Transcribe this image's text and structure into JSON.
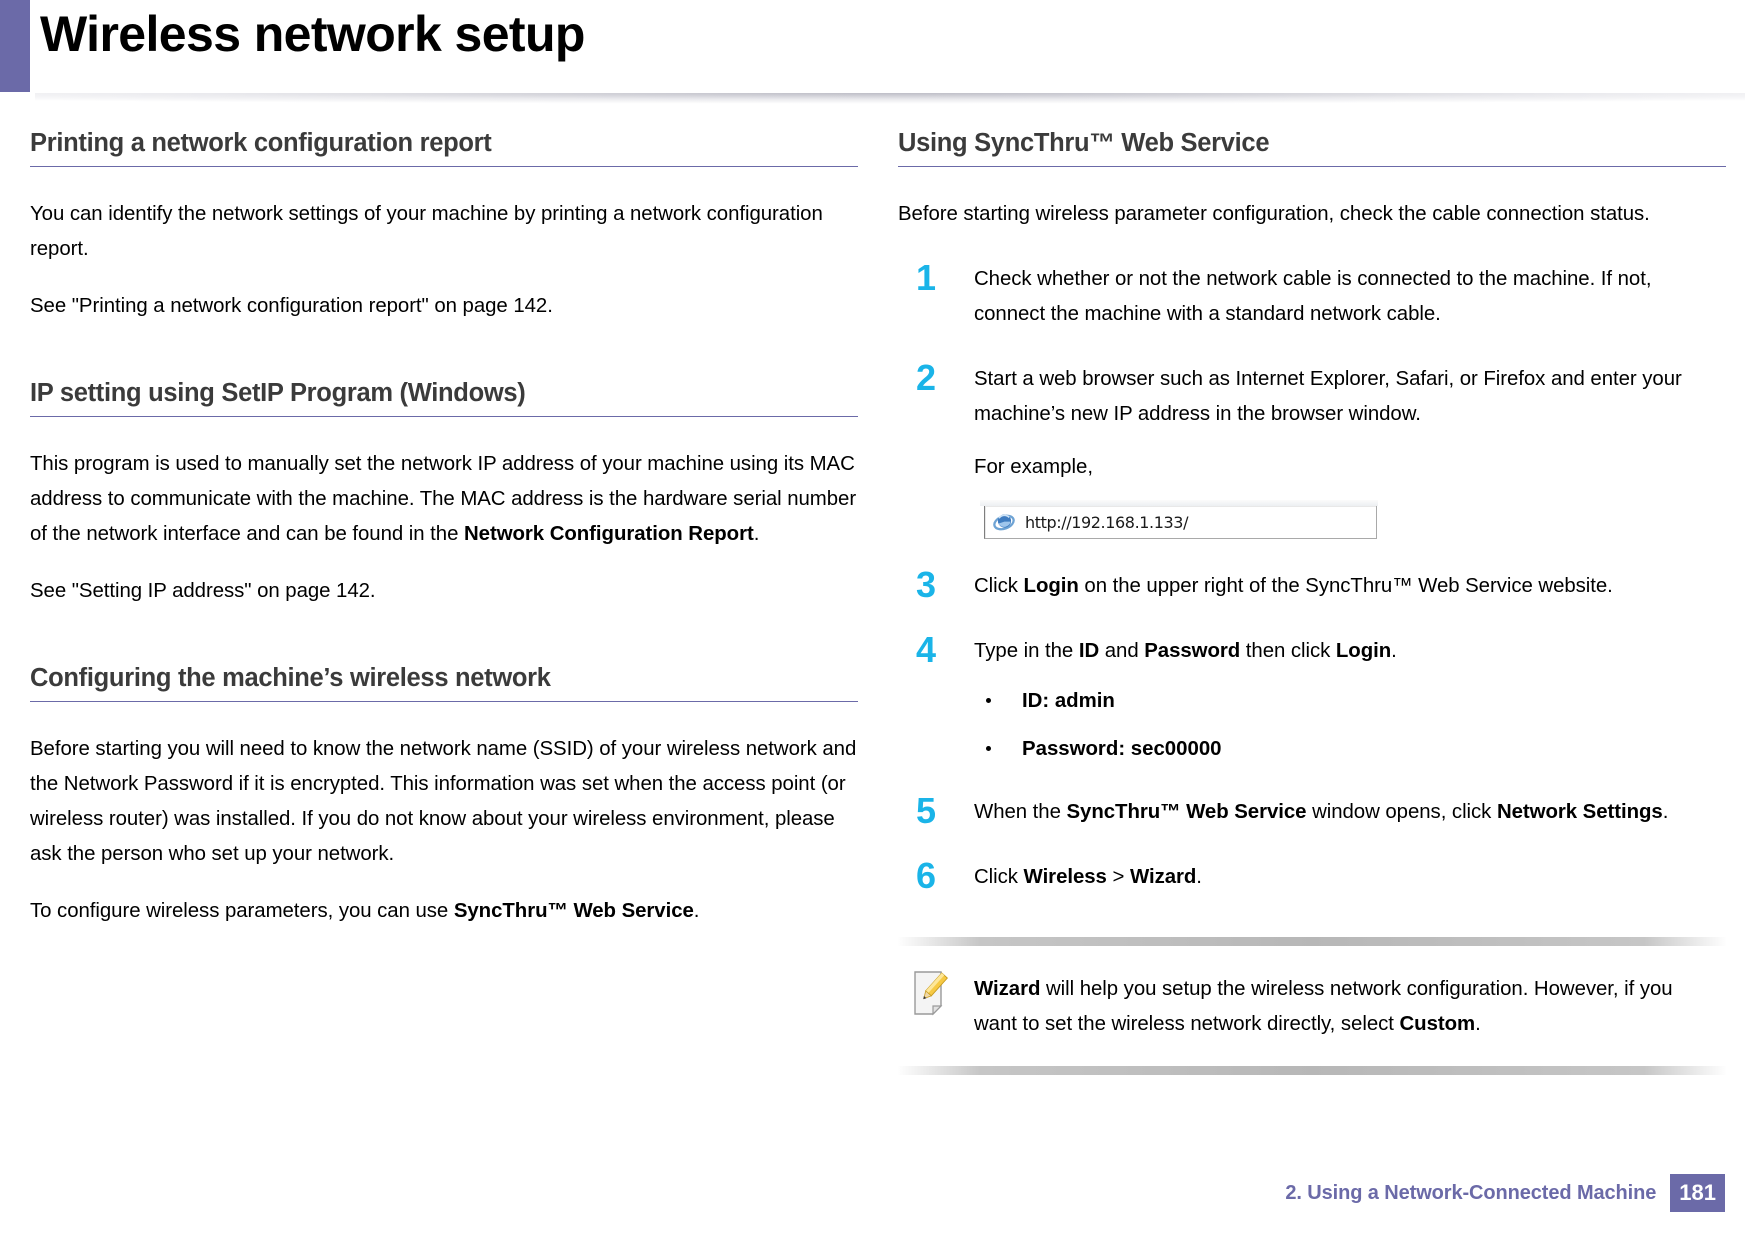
{
  "header": {
    "title": "Wireless network setup",
    "accent_color": "#6b6aa8"
  },
  "left_column": {
    "sections": [
      {
        "heading": "Printing a network configuration report",
        "paragraphs": [
          "You can identify the network settings of your machine by printing a network configuration report.",
          "See \"Printing a network configuration report\" on page 142."
        ]
      },
      {
        "heading": "IP setting using SetIP Program (Windows)",
        "para_1_pre": "This program is used to manually set the network IP address of your machine using its MAC address to communicate with the machine. The MAC address is the hardware serial number of the network interface and can be found in the ",
        "para_1_bold": "Network Configuration Report",
        "para_1_post": ".",
        "para_2": "See \"Setting IP address\" on page 142."
      },
      {
        "heading": "Configuring the machine’s wireless network",
        "para_1": "Before starting you will need to know the network name (SSID) of your wireless network and the Network Password if it is encrypted. This information was set when the access point (or wireless router) was installed. If you do not know about your wireless environment, please ask the person who set up your network.",
        "para_2_pre": "To configure wireless parameters, you can use ",
        "para_2_bold": "SyncThru™ Web Service",
        "para_2_post": "."
      }
    ]
  },
  "right_column": {
    "heading": "Using SyncThru™ Web Service",
    "intro": "Before starting wireless parameter configuration, check the cable connection status.",
    "steps": [
      {
        "num": "1",
        "text": "Check whether or not the network cable is connected to the machine. If not, connect the machine with a standard network cable."
      },
      {
        "num": "2",
        "text_pre": "Start a web browser such as Internet Explorer, Safari, or Firefox and enter your machine’s new IP address in the browser window.",
        "example_label": "For example,",
        "url_value": "http://192.168.1.133/",
        "url_icon": "internet-explorer-icon"
      },
      {
        "num": "3",
        "pre": "Click ",
        "bold": "Login",
        "post": " on the upper right of the SyncThru™ Web Service website."
      },
      {
        "num": "4",
        "pre": "Type in the ",
        "bold_1": "ID",
        "mid_1": " and ",
        "bold_2": "Password",
        "mid_2": " then click ",
        "bold_3": "Login",
        "post": ".",
        "bullets": [
          "ID: admin",
          "Password: sec00000"
        ]
      },
      {
        "num": "5",
        "pre": "When the ",
        "bold_1": "SyncThru™ Web Service",
        "mid": " window opens, click ",
        "bold_2": "Network Settings",
        "post": "."
      },
      {
        "num": "6",
        "pre": "Click ",
        "bold_1": "Wireless",
        "mid": " > ",
        "bold_2": "Wizard",
        "post": "."
      }
    ],
    "note": {
      "icon": "note-pencil-icon",
      "bold_1": "Wizard",
      "text_1": " will help you setup the wireless network configuration. However, if you want to set the wireless network directly, select ",
      "bold_2": "Custom",
      "text_2": "."
    }
  },
  "footer": {
    "label": "2.  Using a Network-Connected Machine",
    "page_number": "181",
    "color": "#6b6aa8"
  }
}
